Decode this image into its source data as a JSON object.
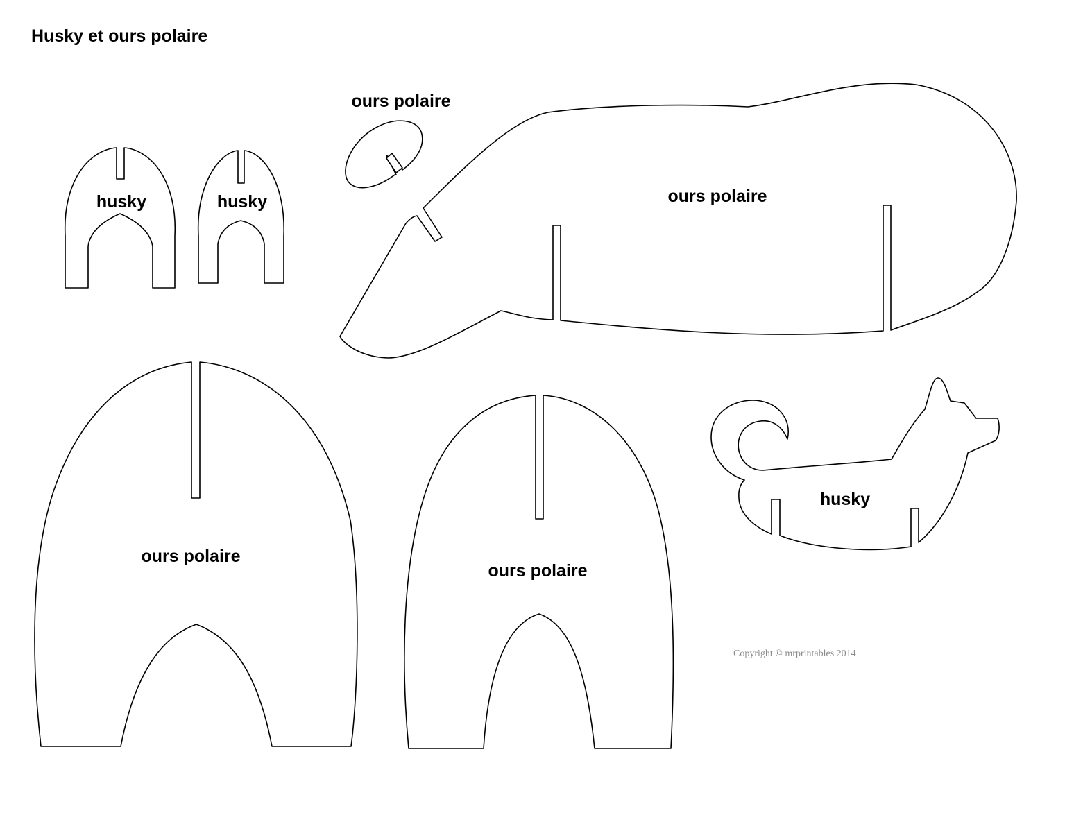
{
  "title": "Husky et ours polaire",
  "pieces": {
    "husky_leg_1": "husky",
    "husky_leg_2": "husky",
    "bear_head": "ours polaire",
    "bear_body": "ours polaire",
    "bear_leg_1": "ours polaire",
    "bear_leg_2": "ours polaire",
    "husky_body": "husky"
  },
  "copyright": "Copyright © mrprintables  2014"
}
